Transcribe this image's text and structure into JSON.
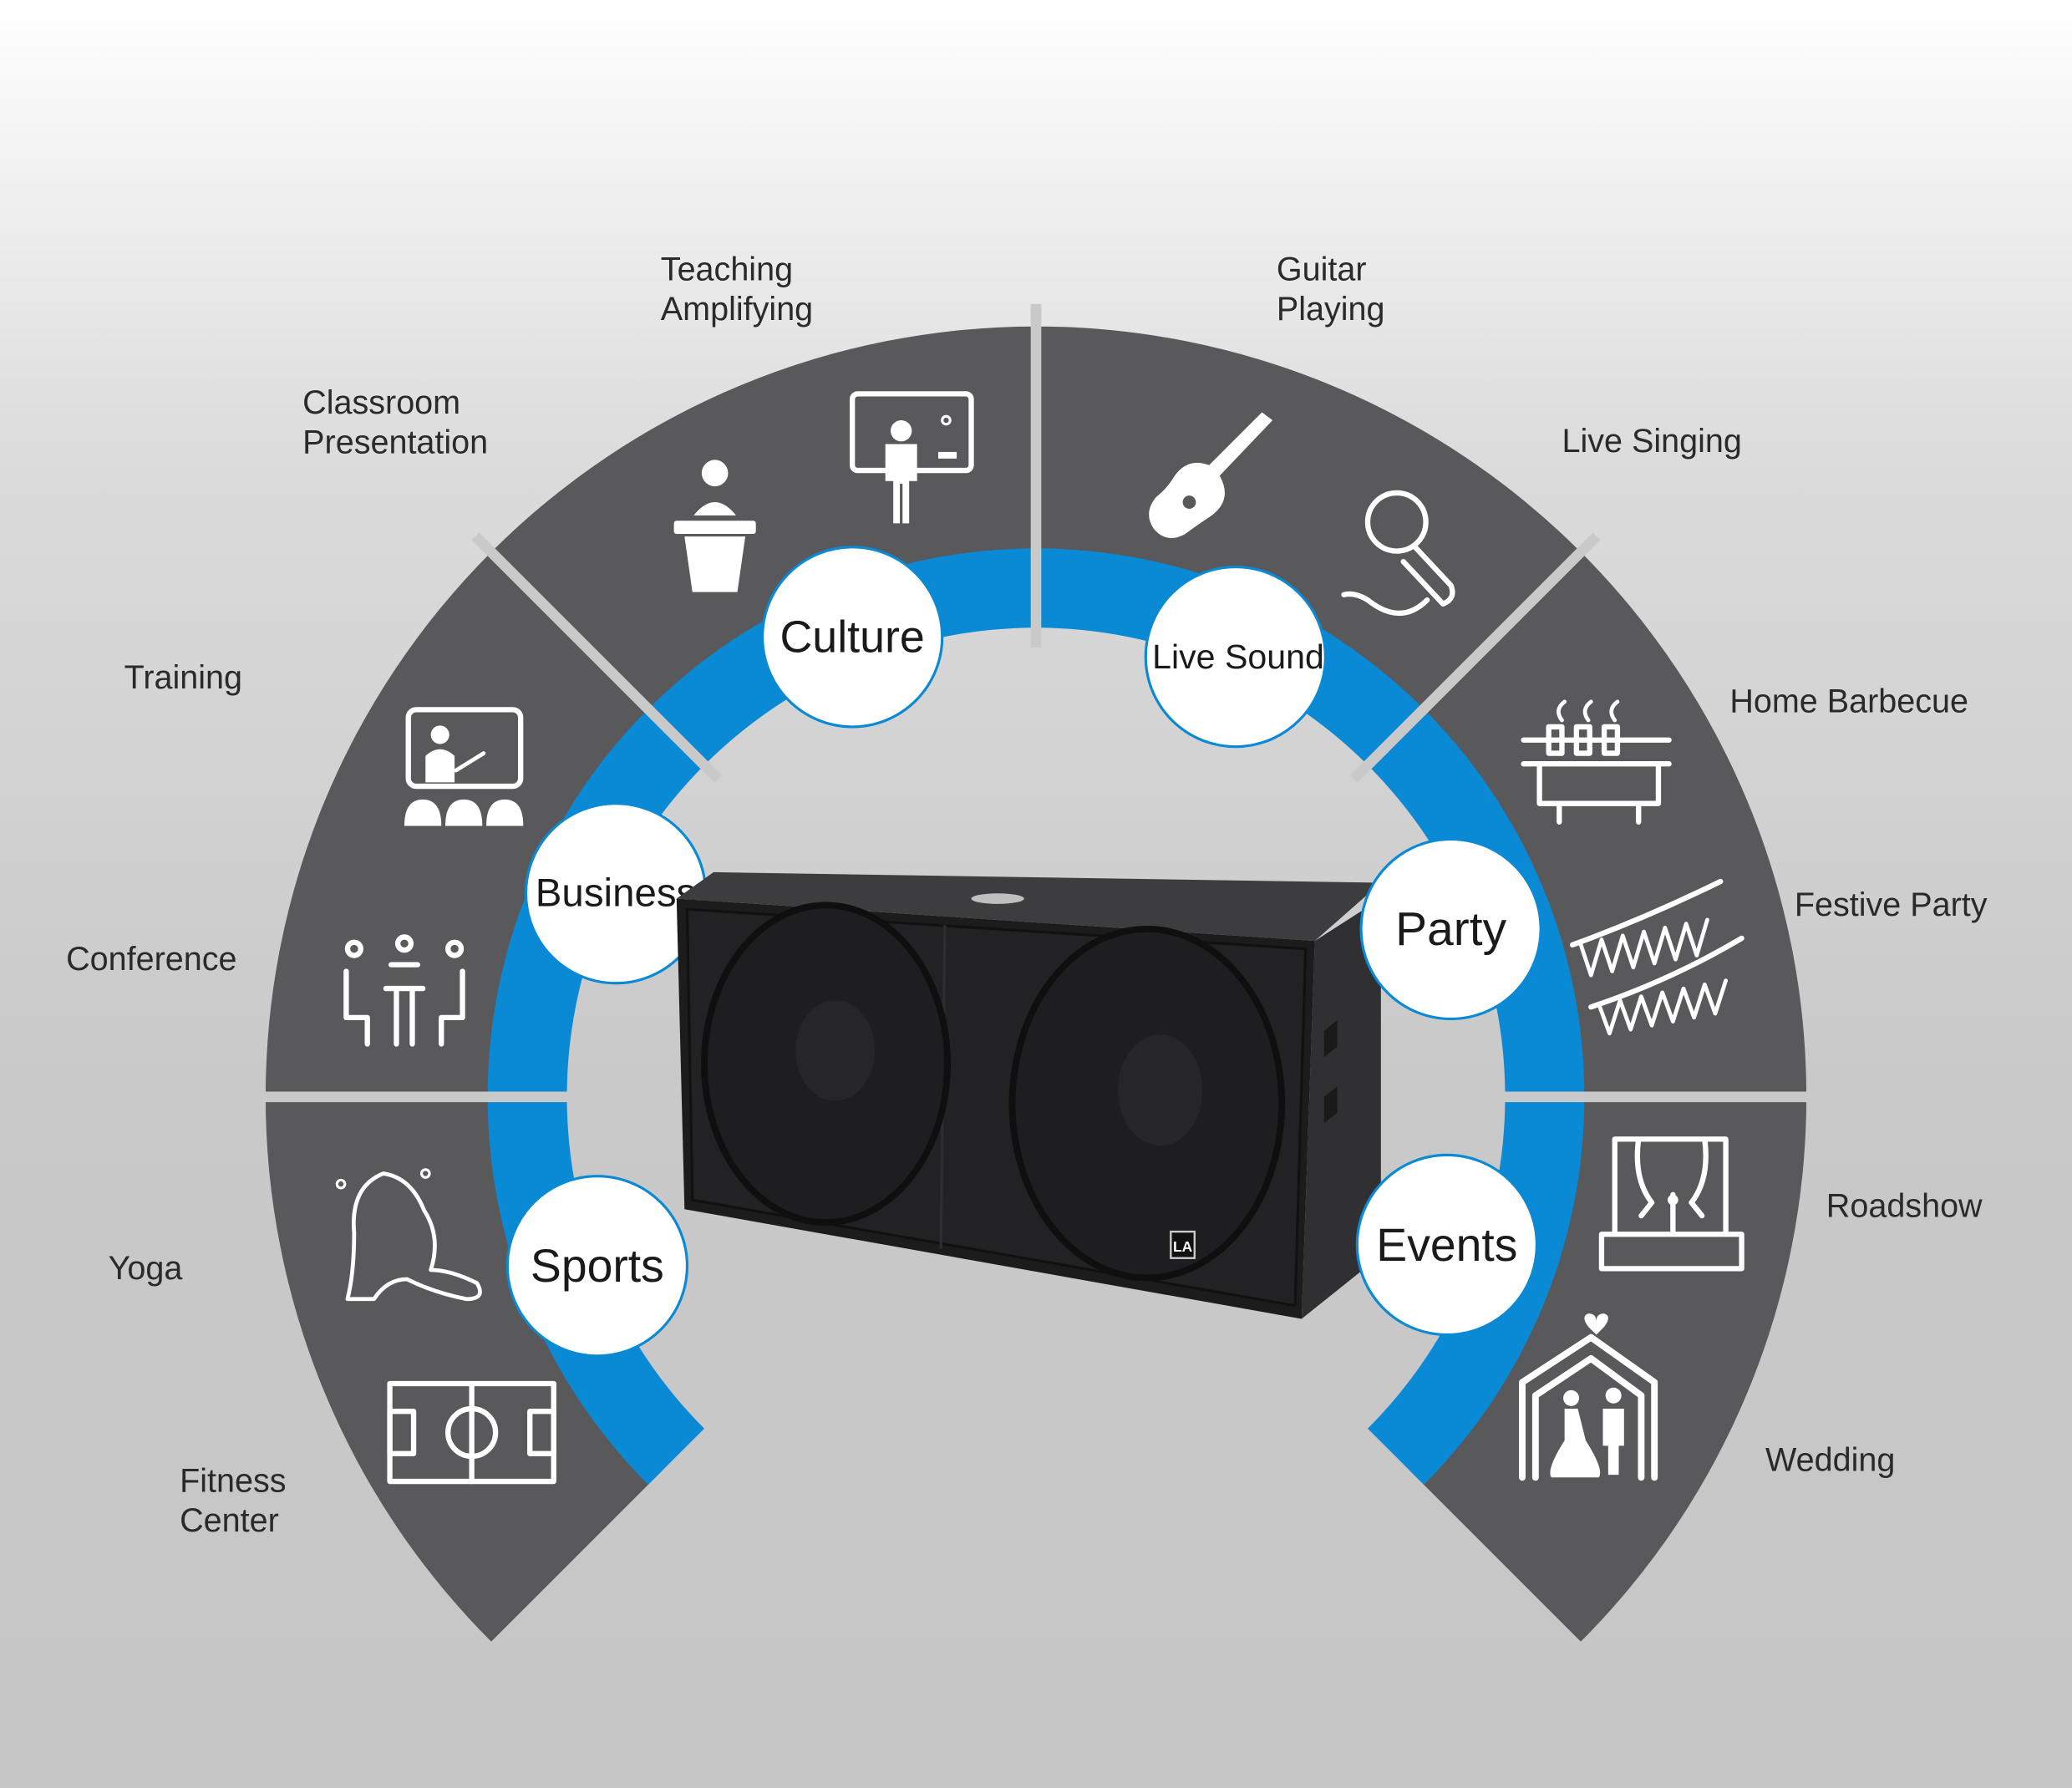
{
  "colors": {
    "sector": "#59595b",
    "ring": "#0a89d5",
    "divider": "#c9c9c9",
    "circle_fill": "#ffffff"
  },
  "categories": [
    {
      "name": "Sports",
      "applications": [
        "Yoga",
        "Fitness Center"
      ]
    },
    {
      "name": "Business",
      "applications": [
        "Training",
        "Conference"
      ]
    },
    {
      "name": "Culture",
      "applications": [
        "Classroom Presentation",
        "Teaching Amplifying"
      ]
    },
    {
      "name": "Live Sound",
      "applications": [
        "Guitar Playing",
        "Live Singing"
      ]
    },
    {
      "name": "Party",
      "applications": [
        "Home Barbecue",
        "Festive Party"
      ]
    },
    {
      "name": "Events",
      "applications": [
        "Roadshow",
        "Wedding"
      ]
    }
  ],
  "labels": {
    "teaching": [
      "Teaching",
      "Amplifying"
    ],
    "guitar": [
      "Guitar",
      "Playing"
    ],
    "classroom": [
      "Classroom",
      "Presentation"
    ],
    "live_singing": "Live Singing",
    "training": "Training",
    "home_barbecue": "Home Barbecue",
    "festive_party": "Festive Party",
    "conference": "Conference",
    "roadshow": "Roadshow",
    "yoga": "Yoga",
    "wedding": "Wedding",
    "fitness": [
      "Fitness",
      "Center"
    ]
  },
  "product": {
    "logo": "LA"
  }
}
